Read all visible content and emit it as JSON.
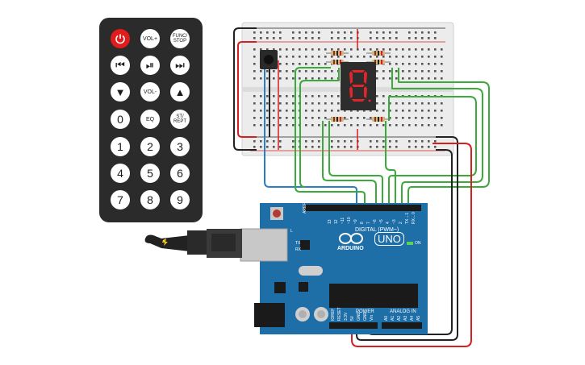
{
  "remote": {
    "buttons": [
      {
        "id": "power",
        "label": ""
      },
      {
        "id": "vol_plus",
        "label": "VOL+"
      },
      {
        "id": "func_stop",
        "label": "FUNC/\nSTOP"
      },
      {
        "id": "prev",
        "label": "⏮"
      },
      {
        "id": "play_pause",
        "label": "⏯"
      },
      {
        "id": "next",
        "label": "⏭"
      },
      {
        "id": "down",
        "label": "▼"
      },
      {
        "id": "vol_minus",
        "label": "VOL-"
      },
      {
        "id": "up",
        "label": "▲"
      },
      {
        "id": "zero",
        "label": "0"
      },
      {
        "id": "eq",
        "label": "EQ"
      },
      {
        "id": "st_rept",
        "label": "ST/\nREPT"
      },
      {
        "id": "one",
        "label": "1"
      },
      {
        "id": "two",
        "label": "2"
      },
      {
        "id": "three",
        "label": "3"
      },
      {
        "id": "four",
        "label": "4"
      },
      {
        "id": "five",
        "label": "5"
      },
      {
        "id": "six",
        "label": "6"
      },
      {
        "id": "seven",
        "label": "7"
      },
      {
        "id": "eight",
        "label": "8"
      },
      {
        "id": "nine",
        "label": "9"
      }
    ]
  },
  "display": {
    "digit": "8"
  },
  "arduino": {
    "brand": "ARDUINO",
    "model": "UNO",
    "on_label": "ON",
    "digital_label": "DIGITAL (PWM~)",
    "power_label": "POWER",
    "analog_label": "ANALOG IN",
    "aref_label": "AREF",
    "gnd_label": "GND",
    "tx_label": "TX",
    "rx_label": "RX",
    "l_label": "L",
    "digital_pins": [
      "13",
      "12",
      "~11",
      "~10",
      "~9",
      "8",
      "7",
      "~6",
      "~5",
      "4",
      "~3",
      "2",
      "TX→1",
      "RX←0"
    ],
    "power_pins": [
      "IOREF",
      "RESET",
      "3.3V",
      "5V",
      "GND",
      "GND",
      "Vin"
    ],
    "analog_pins": [
      "A0",
      "A1",
      "A2",
      "A3",
      "A4",
      "A5"
    ]
  },
  "colors": {
    "board": "#1e6ea8",
    "wire_red": "#d42020",
    "wire_green": "#3aaa3a",
    "wire_black": "#222222",
    "wire_blue": "#2a7fc4",
    "segment_on": "#e0262a"
  }
}
